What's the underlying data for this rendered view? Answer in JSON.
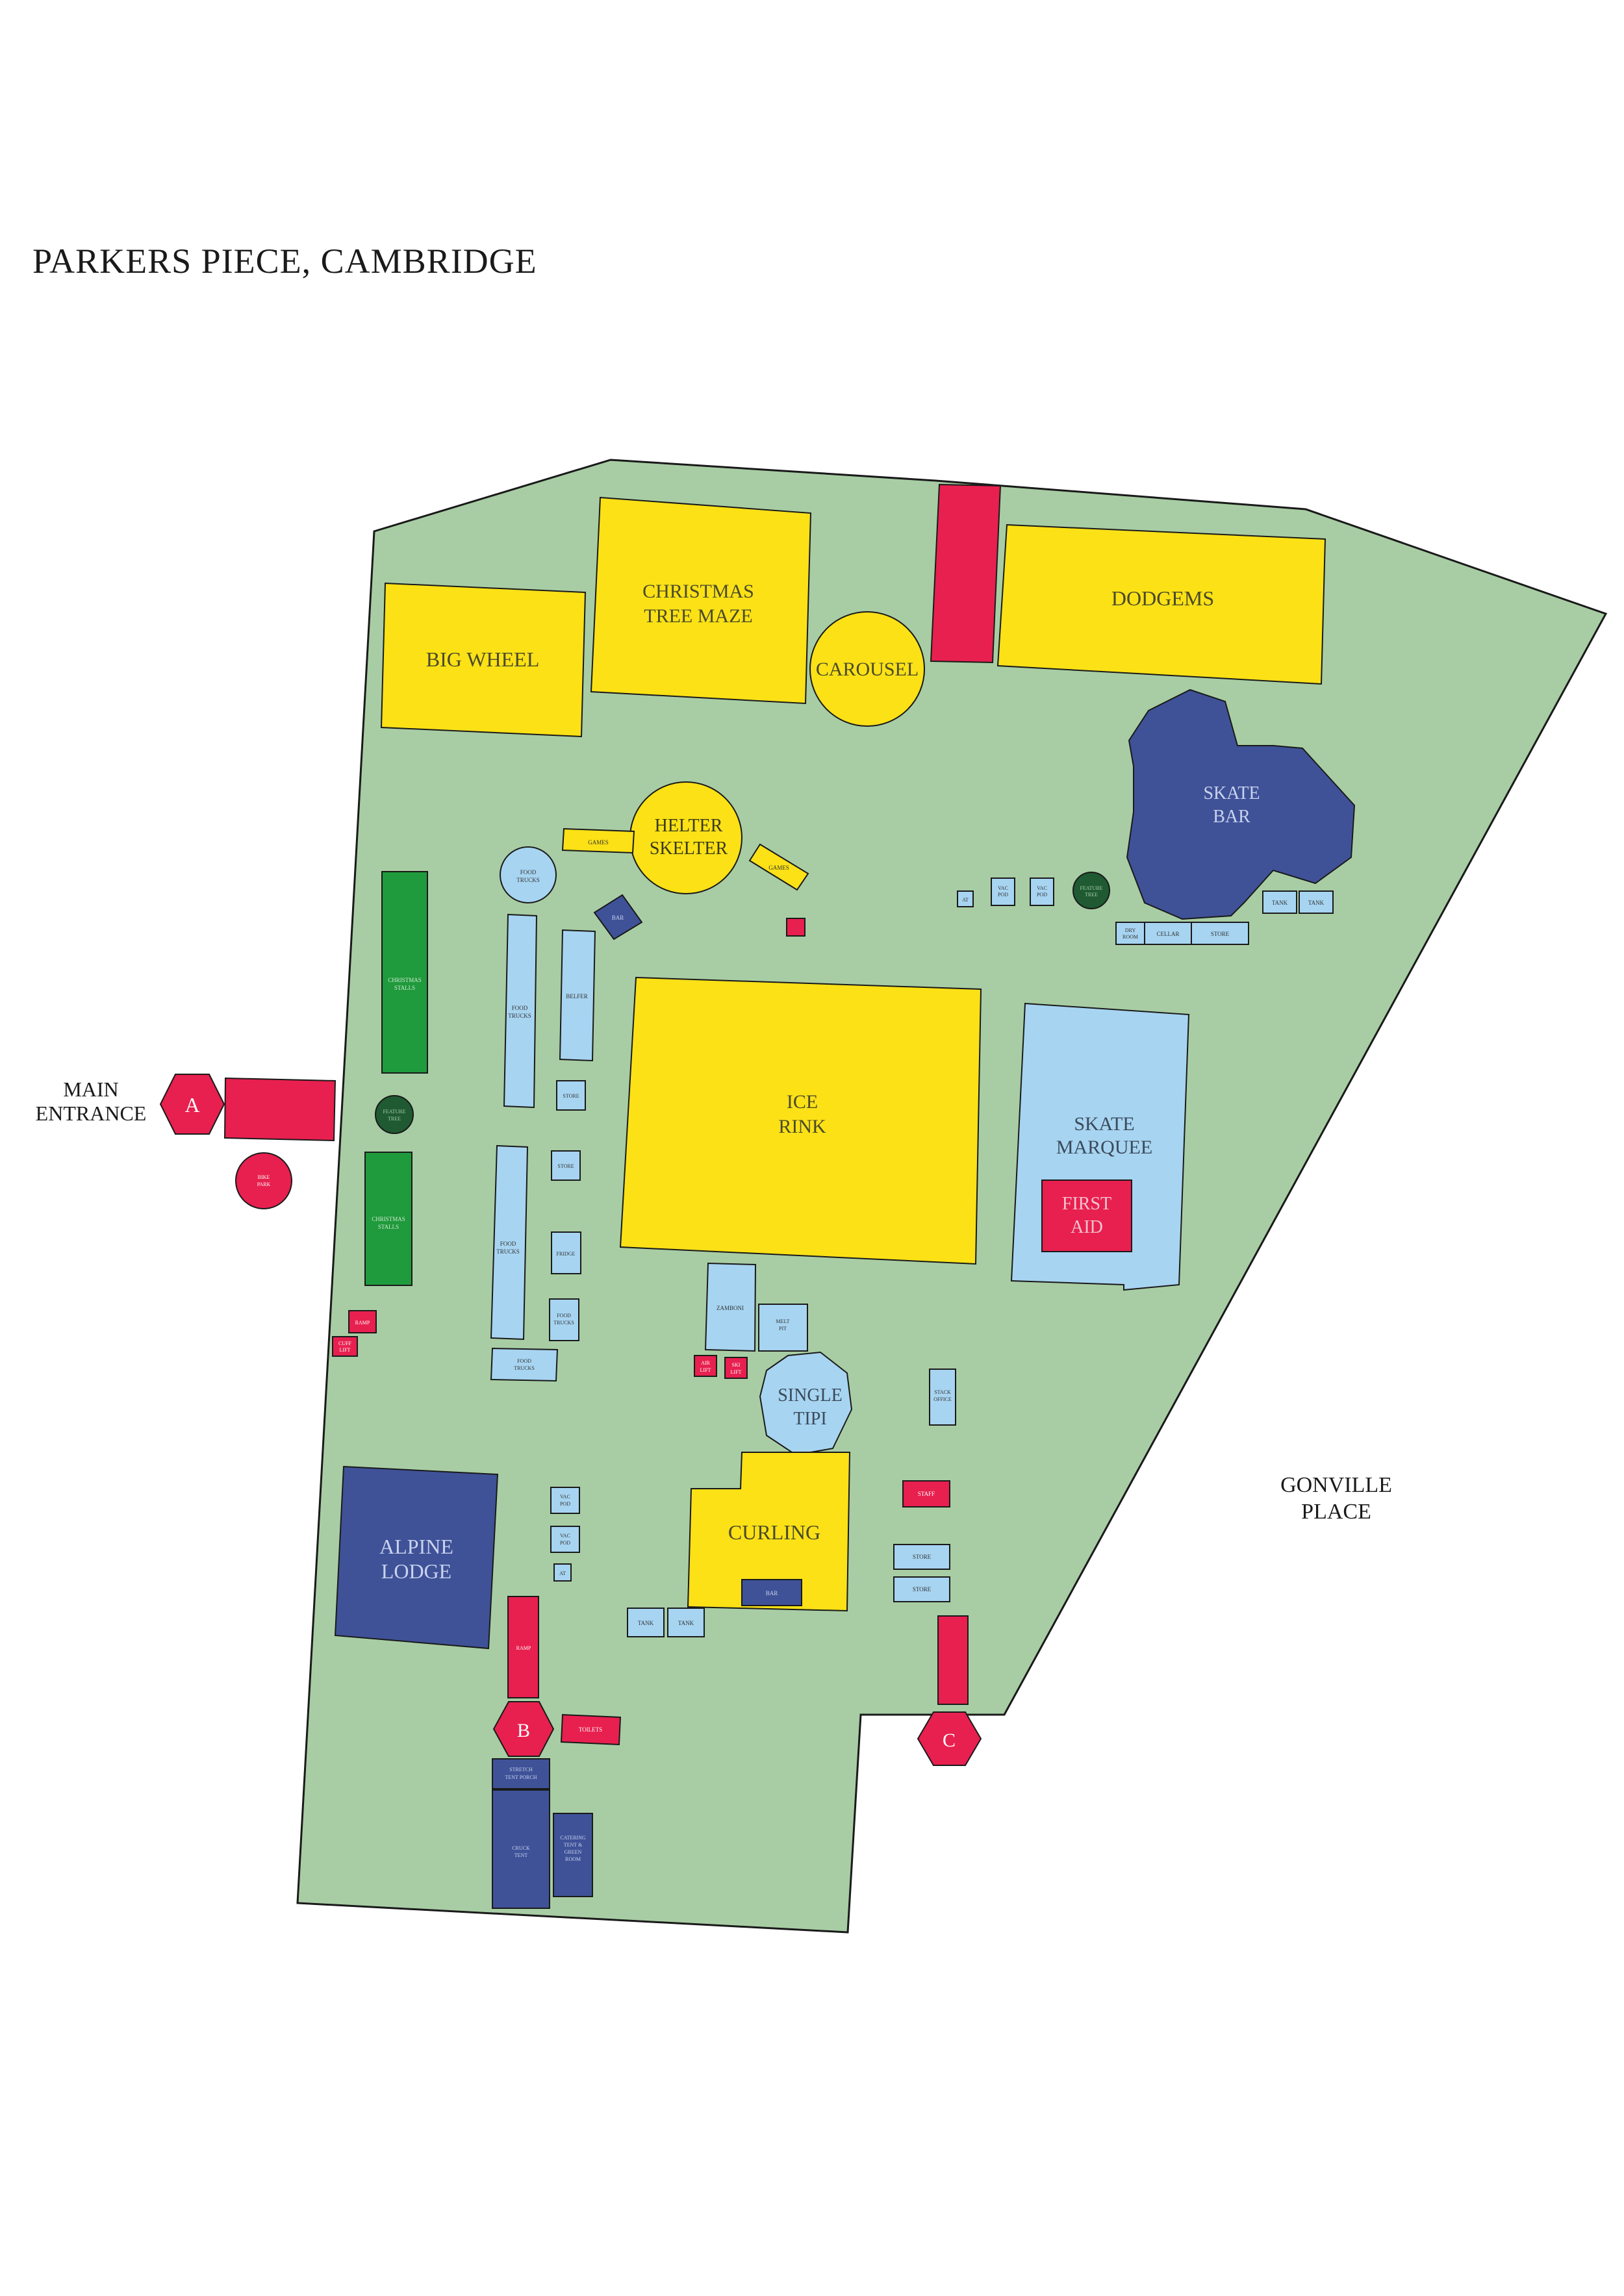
{
  "title": "PARKERS PIECE, CAMBRIDGE",
  "colors": {
    "grass": "#a8cda4",
    "yellow": "#fbe116",
    "red": "#e8204f",
    "navy": "#3f5298",
    "lightblue": "#a7d4f1",
    "green": "#1f9a3c",
    "darkgreen": "#1f5a33"
  },
  "outside": {
    "main_entrance": [
      "MAIN",
      "ENTRANCE"
    ],
    "gonville_place": [
      "GONVILLE",
      "PLACE"
    ]
  },
  "entrances": {
    "a": "A",
    "b": "B",
    "c": "C"
  },
  "attractions": {
    "big_wheel": "BIG WHEEL",
    "christmas_tree_maze": [
      "CHRISTMAS",
      "TREE MAZE"
    ],
    "carousel": "CAROUSEL",
    "dodgems": "DODGEMS",
    "helter_skelter": [
      "HELTER",
      "SKELTER"
    ],
    "ice_rink": [
      "ICE",
      "RINK"
    ],
    "skate_marquee": [
      "SKATE",
      "MARQUEE"
    ],
    "first_aid": [
      "FIRST",
      "AID"
    ],
    "skate_bar": [
      "SKATE",
      "BAR"
    ],
    "single_tipi": [
      "SINGLE",
      "TIPI"
    ],
    "curling": "CURLING",
    "alpine_lodge": [
      "ALPINE",
      "LODGE"
    ]
  },
  "small_labels": {
    "games": "GAMES",
    "food_trucks": [
      "FOOD",
      "TRUCKS"
    ],
    "bar": "BAR",
    "christmas_stalls": [
      "CHRISTMAS",
      "STALLS"
    ],
    "belfer": "BELFER",
    "store": "STORE",
    "feature_tree": [
      "FEATURE",
      "TREE"
    ],
    "bike_park": [
      "BIKE",
      "PARK"
    ],
    "fridge": "FRIDGE",
    "ramp": "RAMP",
    "cuff_lift": [
      "CUFF",
      "LIFT"
    ],
    "zamboni": "ZAMBONI",
    "melt_pit": [
      "MELT",
      "PIT"
    ],
    "air_lift": [
      "AIR",
      "LIFT"
    ],
    "ski_lift": [
      "SKI",
      "LIFT"
    ],
    "stack_office": [
      "STACK",
      "OFFICE"
    ],
    "staff": "STAFF",
    "vac_pod": [
      "VAC",
      "POD"
    ],
    "at": "AT",
    "tank": "TANK",
    "toilets": "TOILETS",
    "stretch_tent_porch": [
      "STRETCH",
      "TENT PORCH"
    ],
    "cruck_tent": [
      "CRUCK",
      "TENT"
    ],
    "catering_tent": [
      "CATERING",
      "TENT &",
      "GREEN",
      "ROOM"
    ],
    "dry_room": [
      "DRY",
      "ROOM"
    ],
    "cellar": "CELLAR"
  }
}
